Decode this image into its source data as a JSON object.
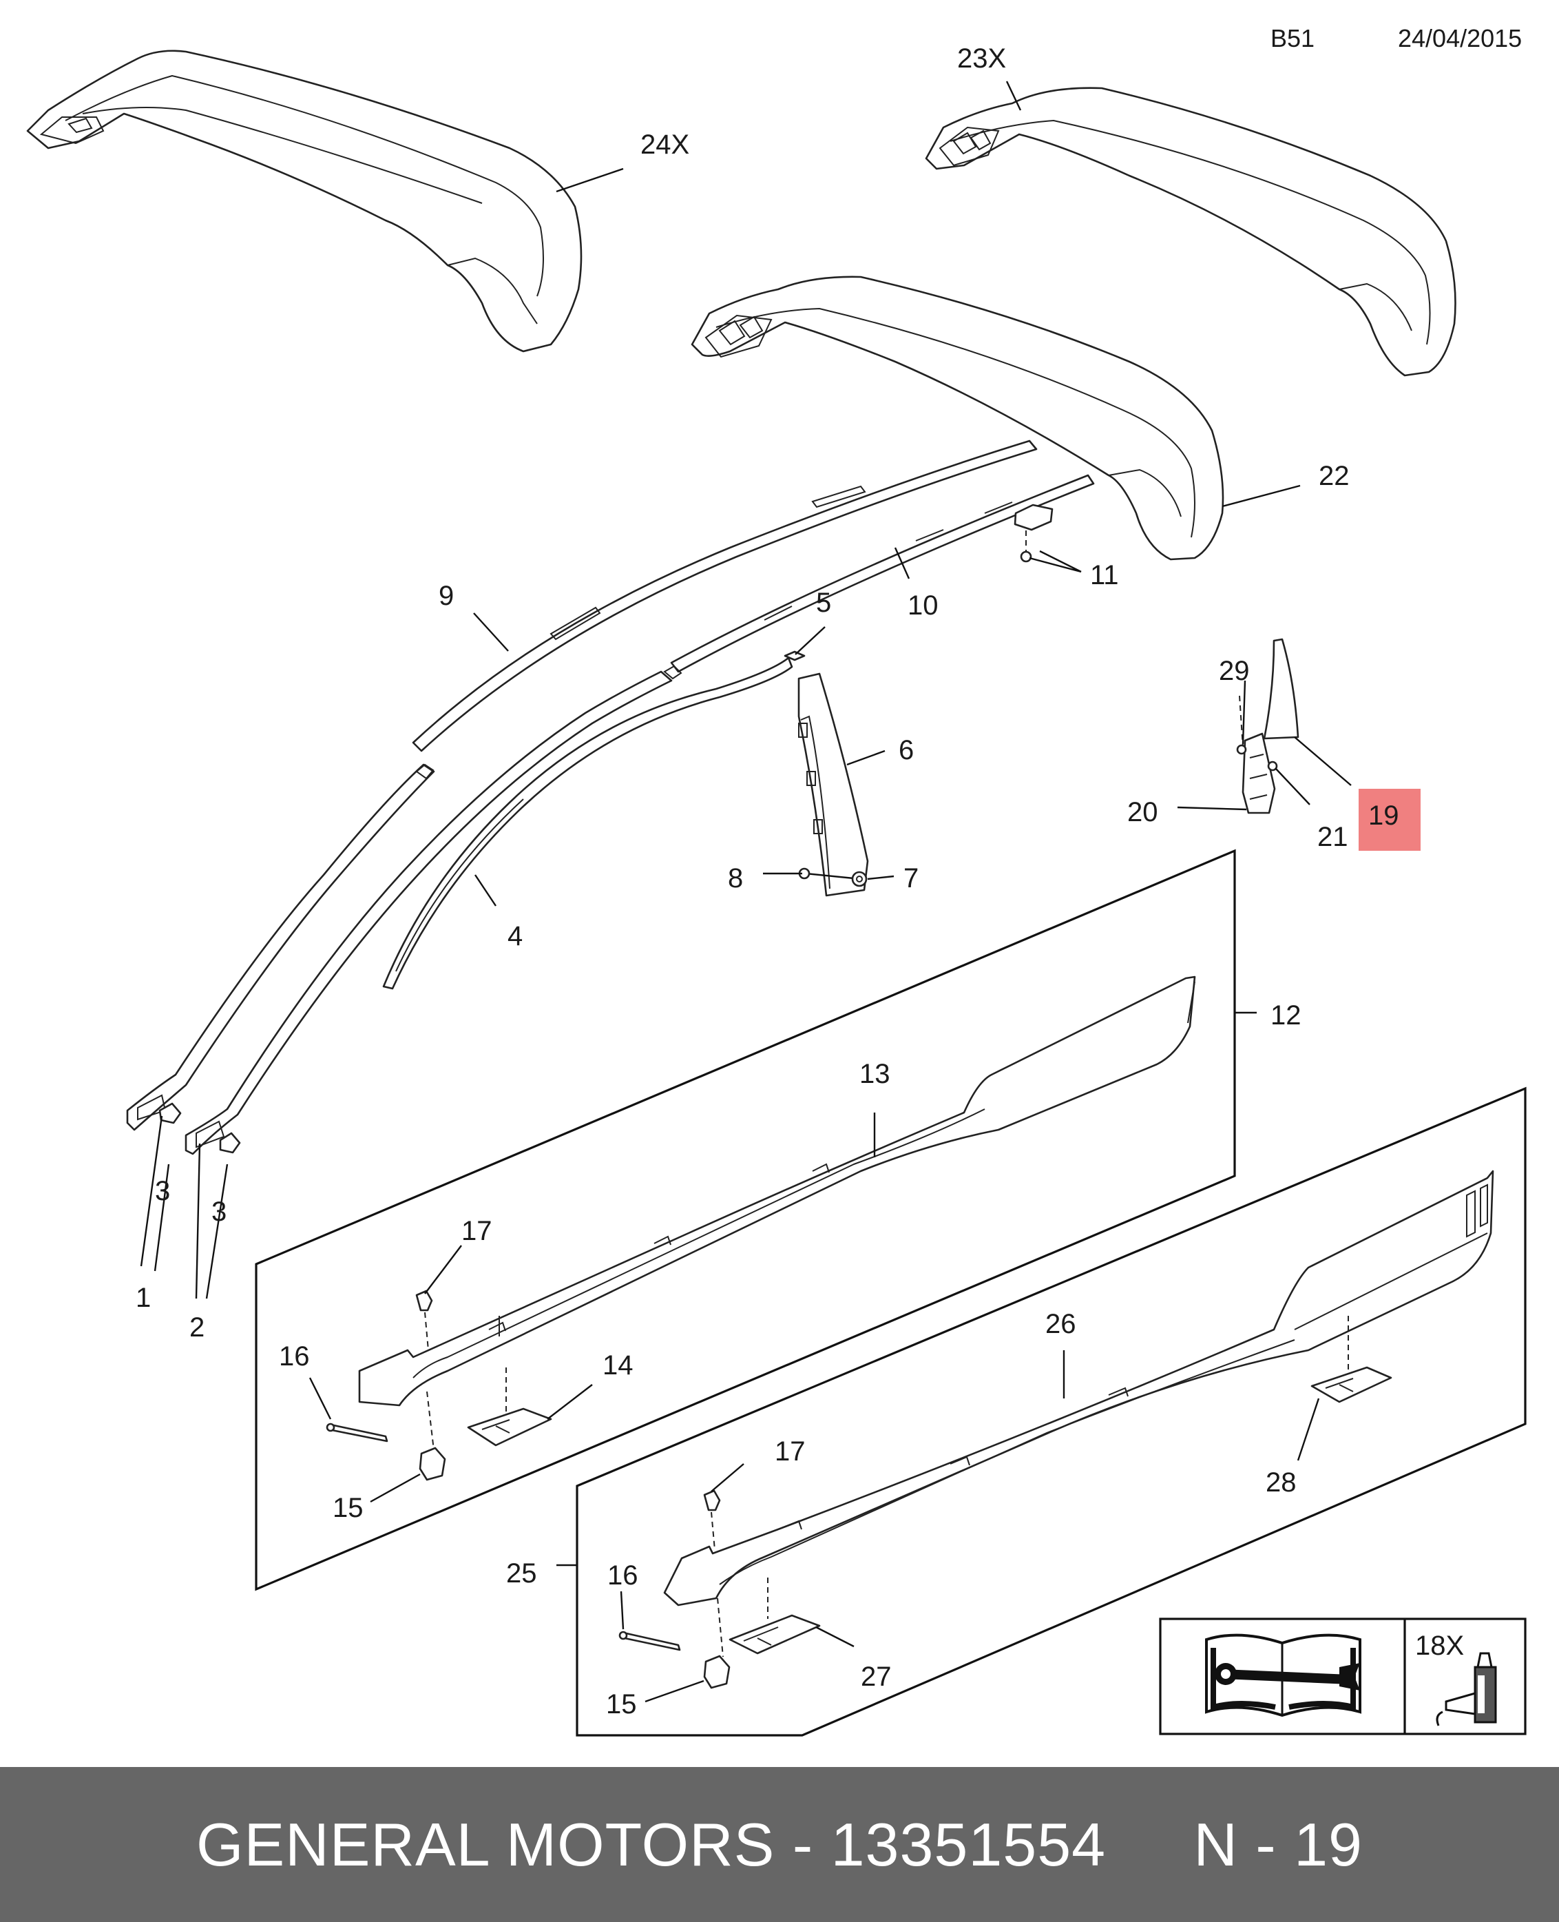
{
  "header": {
    "code": "B51",
    "date": "24/04/2015"
  },
  "labels": {
    "l23x": "23X",
    "l24x": "24X",
    "l22": "22",
    "l9": "9",
    "l10": "10",
    "l11": "11",
    "l5": "5",
    "l6": "6",
    "l8": "8",
    "l7": "7",
    "l4": "4",
    "l29": "29",
    "l20": "20",
    "l21": "21",
    "l19": "19",
    "l12": "12",
    "l13": "13",
    "l3a": "3",
    "l3b": "3",
    "l1": "1",
    "l2": "2",
    "l17a": "17",
    "l16a": "16",
    "l14": "14",
    "l15a": "15",
    "l26": "26",
    "l28": "28",
    "l25": "25",
    "l17b": "17",
    "l16b": "16",
    "l27": "27",
    "l15b": "15"
  },
  "highlight": {
    "part": "19",
    "color": "#f08080"
  },
  "legend": {
    "quantity": "18X",
    "icons": [
      "service-manual-book-icon",
      "adhesive-bottle-icon"
    ]
  },
  "footer": {
    "text": "GENERAL MOTORS - 13351554     N - 19"
  },
  "colors": {
    "footer_bg": "#666666",
    "footer_text": "#ffffff",
    "highlight": "#f08080"
  }
}
